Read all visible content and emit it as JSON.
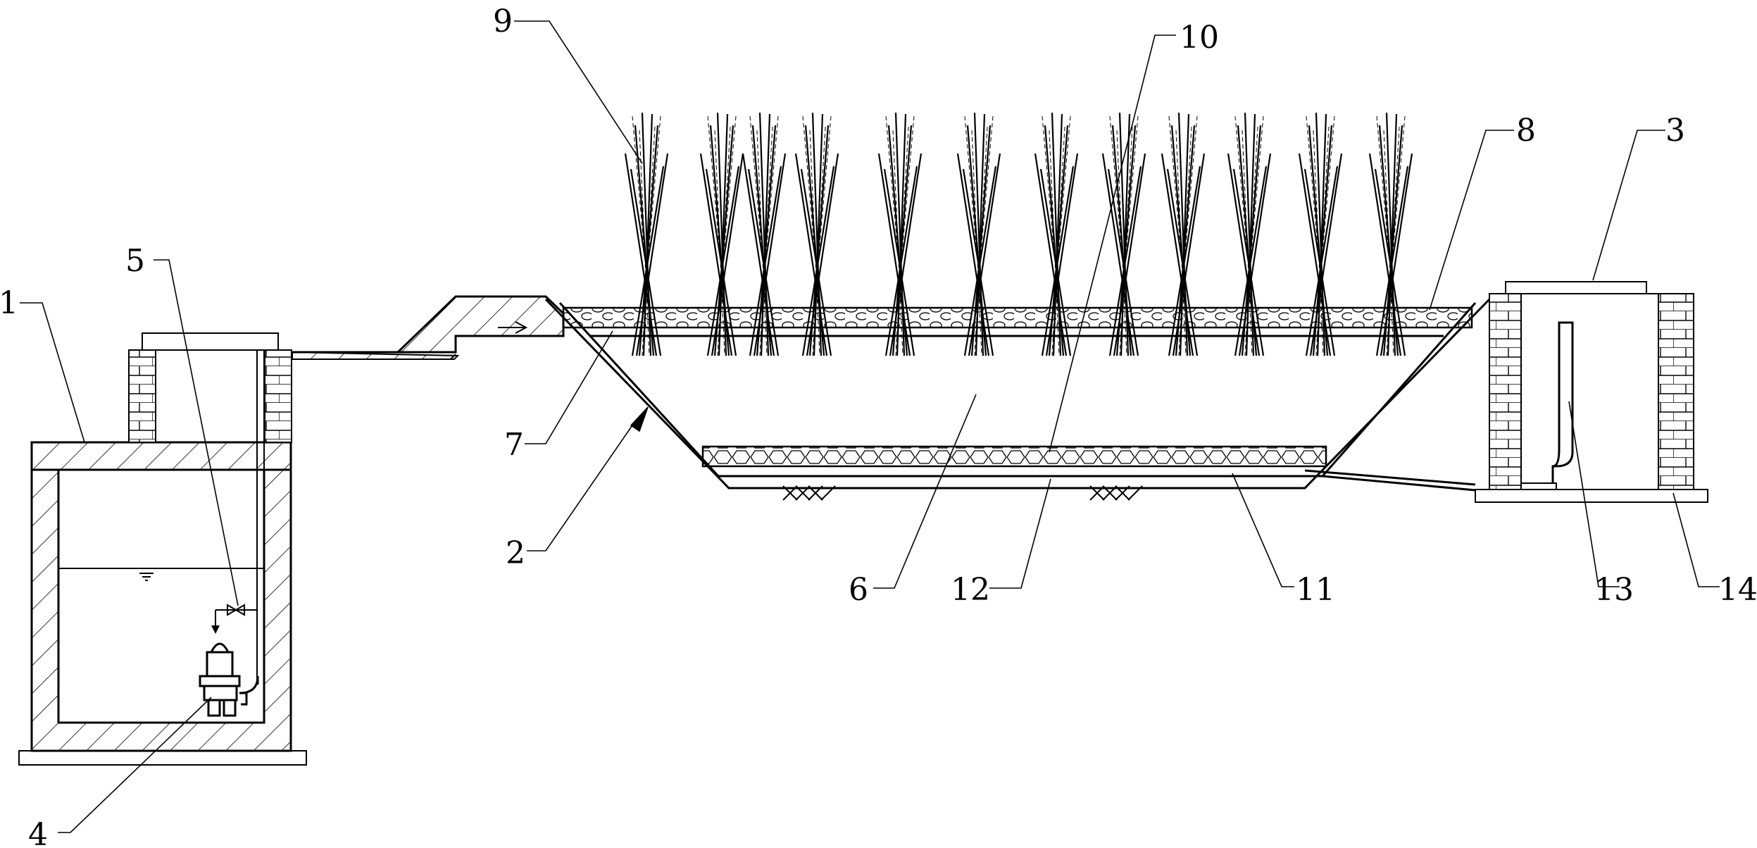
{
  "labels": [
    {
      "id": "label-1",
      "text": "1"
    },
    {
      "id": "label-2",
      "text": "2"
    },
    {
      "id": "label-3",
      "text": "3"
    },
    {
      "id": "label-4",
      "text": "4"
    },
    {
      "id": "label-5",
      "text": "5"
    },
    {
      "id": "label-6",
      "text": "6"
    },
    {
      "id": "label-7",
      "text": "7"
    },
    {
      "id": "label-8",
      "text": "8"
    },
    {
      "id": "label-9",
      "text": "9"
    },
    {
      "id": "label-10",
      "text": "10"
    },
    {
      "id": "label-11",
      "text": "11"
    },
    {
      "id": "label-12",
      "text": "12"
    },
    {
      "id": "label-13",
      "text": "13"
    },
    {
      "id": "label-14",
      "text": "14"
    }
  ],
  "colors": {
    "line": "#000000",
    "background": "#ffffff"
  }
}
